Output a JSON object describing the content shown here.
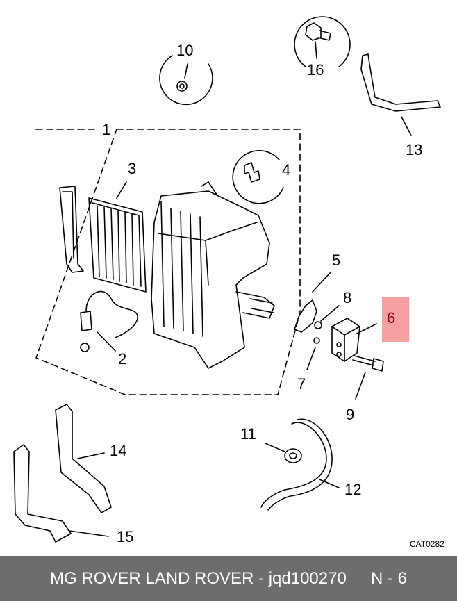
{
  "footer": {
    "text": "MG ROVER LAND ROVER - jqd100270",
    "page": "N - 6"
  },
  "catalog_code": "CAT0282",
  "highlight_color": "#f4a0a0",
  "callouts": {
    "c1": "1",
    "c2": "2",
    "c3": "3",
    "c4": "4",
    "c5": "5",
    "c6": "6",
    "c7": "7",
    "c8": "8",
    "c9": "9",
    "c10": "10",
    "c11": "11",
    "c12": "12",
    "c13": "13",
    "c14": "14",
    "c15": "15",
    "c16": "16"
  }
}
